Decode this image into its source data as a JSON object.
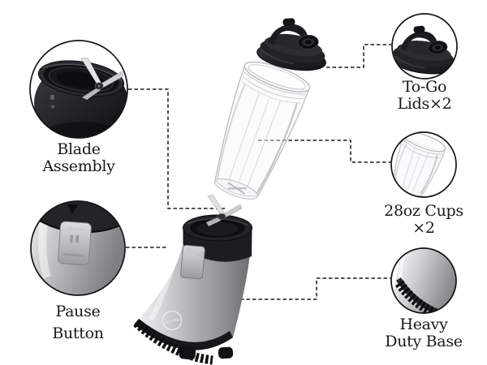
{
  "brand": {
    "logo_text": "iCucina"
  },
  "callouts": {
    "blade_assembly": {
      "line1": "Blade",
      "line2": "Assembly"
    },
    "pause_button": {
      "line1": "Pause",
      "line2": "Button"
    },
    "togo_lids": {
      "line1": "To-Go",
      "line2": "Lids×2"
    },
    "cups_28oz": {
      "line1": "28oz Cups",
      "line2": "×2"
    },
    "heavy_duty_base": {
      "line1": "Heavy",
      "line2": "Duty Base"
    }
  },
  "colors": {
    "background": "#ffffff",
    "label_text": "#191919",
    "connector_line": "#1b1b1b",
    "metal_silver": "#b9babd",
    "dark_plastic": "#1e1e22"
  }
}
